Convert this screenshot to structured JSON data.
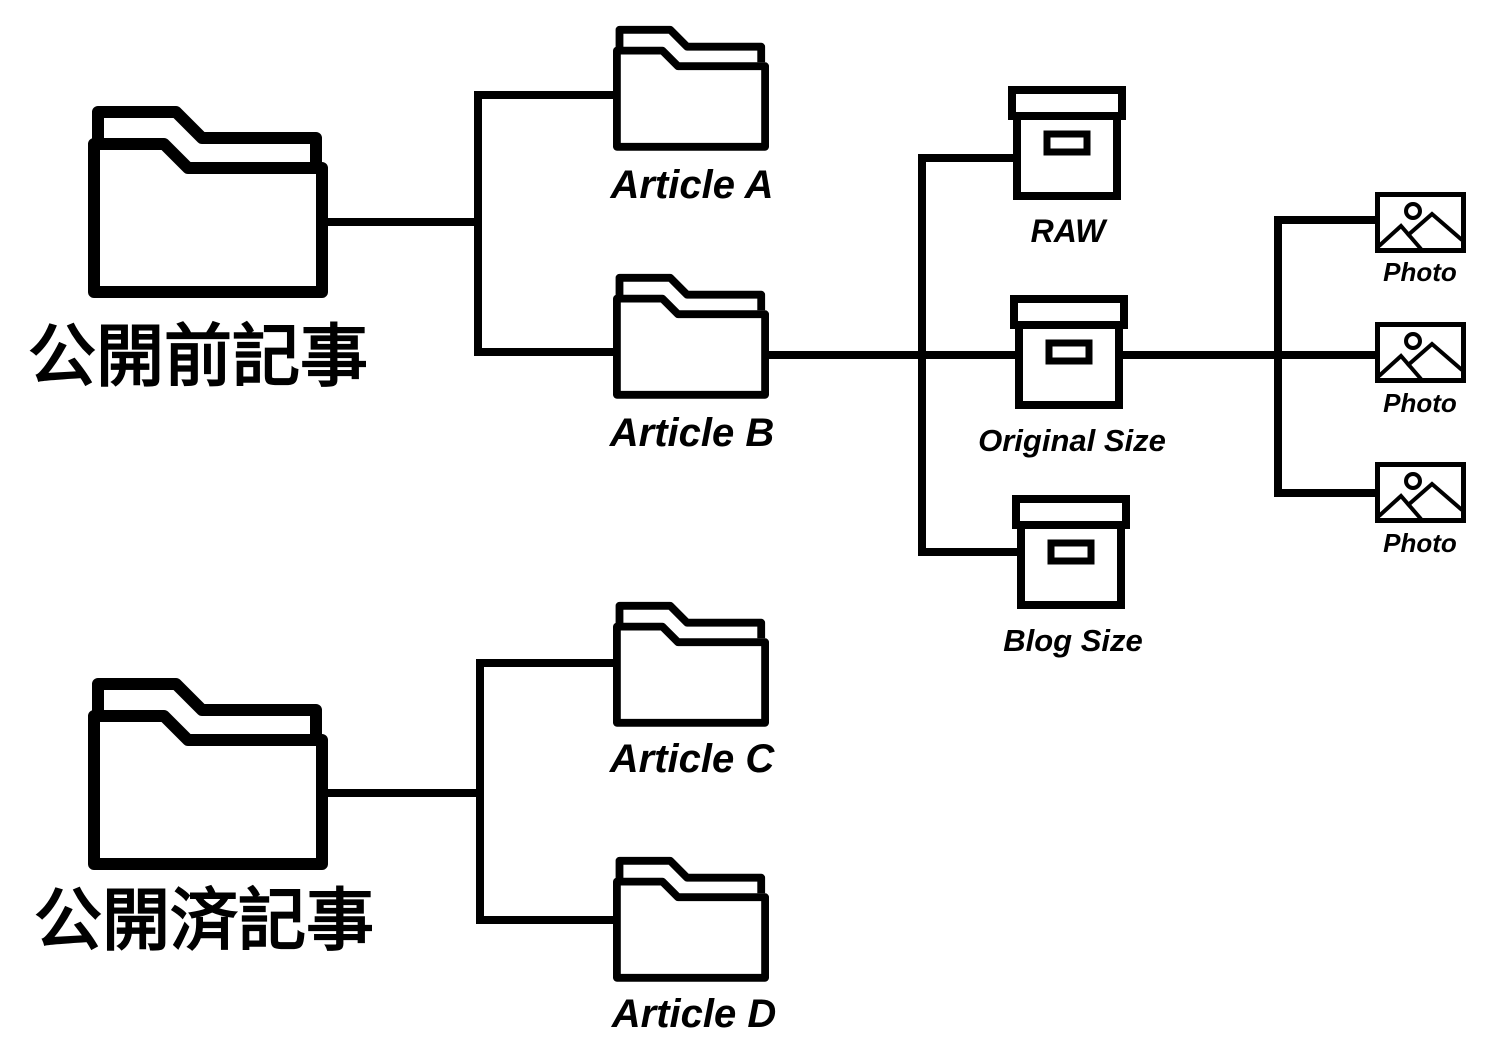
{
  "roots": [
    {
      "label": "公開前記事",
      "icon": "folder-icon"
    },
    {
      "label": "公開済記事",
      "icon": "folder-icon"
    }
  ],
  "articles": [
    {
      "label": "Article A",
      "icon": "folder-icon"
    },
    {
      "label": "Article B",
      "icon": "folder-icon"
    },
    {
      "label": "Article C",
      "icon": "folder-icon"
    },
    {
      "label": "Article D",
      "icon": "folder-icon"
    }
  ],
  "boxes": [
    {
      "label": "RAW",
      "icon": "archive-box-icon"
    },
    {
      "label": "Original Size",
      "icon": "archive-box-icon"
    },
    {
      "label": "Blog Size",
      "icon": "archive-box-icon"
    }
  ],
  "photos": [
    {
      "label": "Photo",
      "icon": "image-icon"
    },
    {
      "label": "Photo",
      "icon": "image-icon"
    },
    {
      "label": "Photo",
      "icon": "image-icon"
    }
  ],
  "colors": {
    "stroke": "#000000",
    "background": "#ffffff"
  }
}
